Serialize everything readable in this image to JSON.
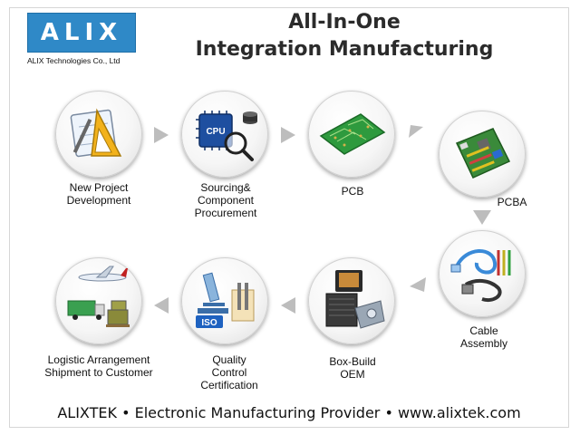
{
  "header": {
    "logo_text": "ALIX",
    "company": "ALIX Technologies Co., Ltd",
    "title_line1": "All-In-One",
    "title_line2": "Integration Manufacturing"
  },
  "steps": [
    {
      "label_lines": [
        "New Project",
        "Development"
      ],
      "icon": "design-tools-icon"
    },
    {
      "label_lines": [
        "Sourcing&",
        "Component",
        "Procurement"
      ],
      "icon": "cpu-magnifier-icon"
    },
    {
      "label_lines": [
        "PCB"
      ],
      "icon": "pcb-board-icon"
    },
    {
      "label_lines": [
        "PCBA"
      ],
      "icon": "motherboard-icon"
    },
    {
      "label_lines": [
        "Cable",
        "Assembly"
      ],
      "icon": "cables-icon"
    },
    {
      "label_lines": [
        "Box-Build",
        "OEM"
      ],
      "icon": "electronic-boxes-icon"
    },
    {
      "label_lines": [
        "Quality",
        "Control",
        "Certification"
      ],
      "icon": "microscope-iso-icon"
    },
    {
      "label_lines": [
        "Logistic Arrangement",
        "Shipment to Customer"
      ],
      "icon": "plane-truck-icon"
    }
  ],
  "iso_text": "ISO",
  "cpu_text": "CPU",
  "footer": "ALIXTEK • Electronic Manufacturing Provider • www.alixtek.com",
  "colors": {
    "logo_blue": "#2f89c7",
    "arrow_gray": "#bdbdbd",
    "pcb_green": "#2e9a3e"
  }
}
